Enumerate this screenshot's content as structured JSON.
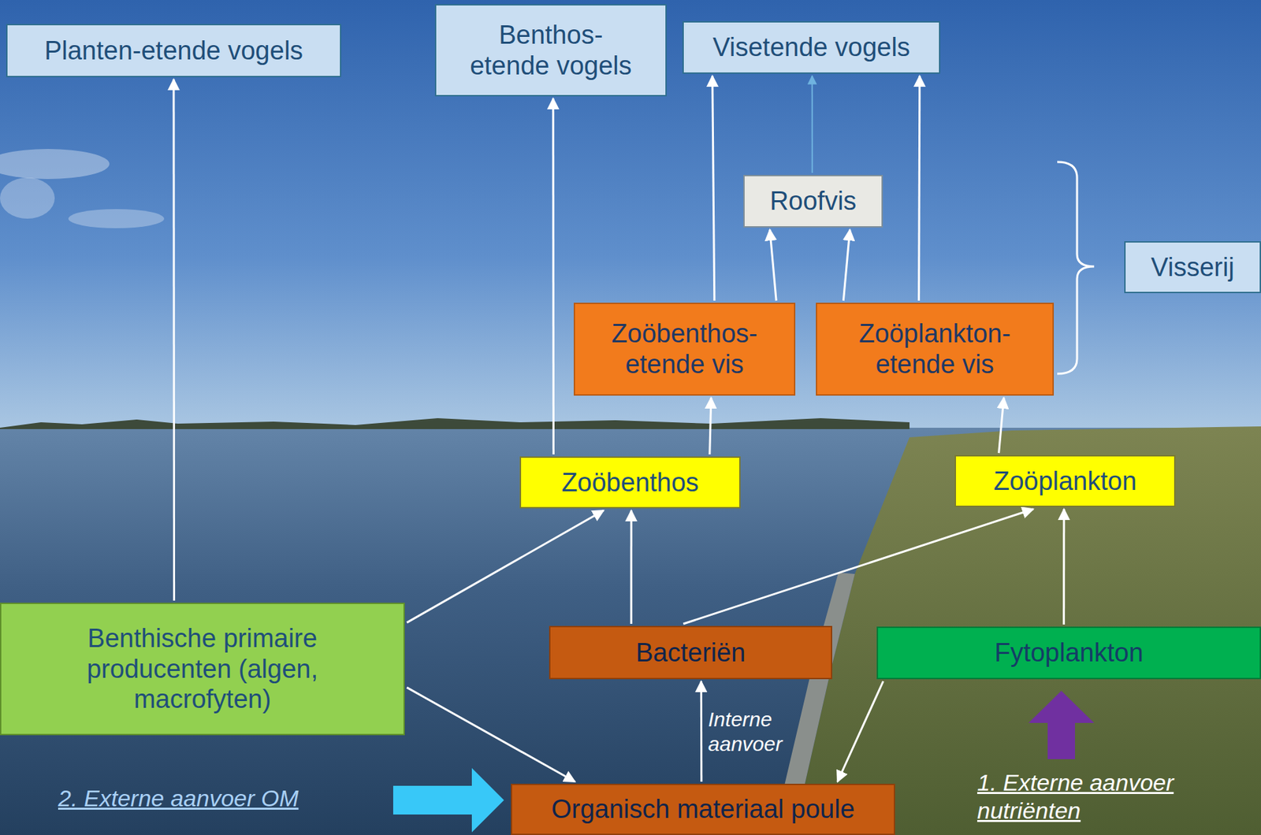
{
  "diagram": {
    "nodes": [
      {
        "text": [
          "Planten-etende vogels"
        ]
      },
      {
        "text": [
          "Benthos- etende vogels"
        ]
      },
      {
        "text": [
          "Visetende vogels"
        ]
      },
      {
        "text": [
          "Roofvis"
        ]
      },
      {
        "text": [
          "Visserij"
        ]
      },
      {
        "text": [
          "Zoöbenthos- etende vis"
        ]
      },
      {
        "text": [
          "Zoöplankton- etende vis"
        ]
      },
      {
        "text": [
          "Zoöbenthos"
        ]
      },
      {
        "text": [
          "Zoöplankton"
        ]
      },
      {
        "text": [
          "Benthische primaire producenten (algen, macrofyten)"
        ]
      },
      {
        "text": [
          "Bacteriën"
        ]
      },
      {
        "text": [
          "Fytoplankton"
        ]
      },
      {
        "text": [
          "Organisch materiaal poule"
        ]
      }
    ],
    "edges": [
      {
        "from": 9,
        "to": 0,
        "arrow": "to"
      },
      {
        "from": 7,
        "to": 1,
        "arrow": "to"
      },
      {
        "from": 5,
        "to": 2,
        "arrow": "to"
      },
      {
        "from": 5,
        "to": 3,
        "arrow": "to"
      },
      {
        "from": 6,
        "to": 3,
        "arrow": "to"
      },
      {
        "from": 6,
        "to": 2,
        "arrow": "to"
      },
      {
        "from": 3,
        "to": 2,
        "arrow": "to"
      },
      {
        "from": 7,
        "to": 5,
        "arrow": "to"
      },
      {
        "from": 8,
        "to": 6,
        "arrow": "to"
      },
      {
        "from": 9,
        "to": 7,
        "arrow": "to"
      },
      {
        "from": 10,
        "to": 7,
        "arrow": "to"
      },
      {
        "from": 10,
        "to": 8,
        "arrow": "to"
      },
      {
        "from": 11,
        "to": 8,
        "arrow": "to"
      },
      {
        "from": 9,
        "to": 12,
        "arrow": "to"
      },
      {
        "from": 11,
        "to": 12,
        "arrow": "to"
      },
      {
        "from": 12,
        "to": 10,
        "label": "Interne aanvoer",
        "arrow": "to"
      }
    ],
    "labels": [
      "2. Externe aanvoer OM",
      "1. Externe aanvoer nutriënten"
    ]
  }
}
